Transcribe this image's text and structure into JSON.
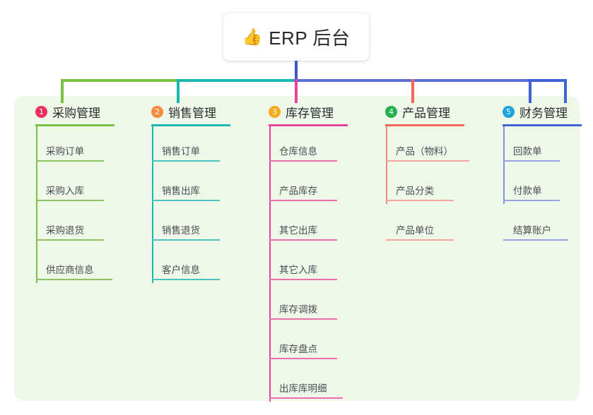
{
  "diagram": {
    "root": {
      "icon": "thumbs-up-icon",
      "emoji": "👍",
      "title": "ERP 后台"
    },
    "panel_color": "#eef7e8",
    "columns": [
      {
        "index": "1",
        "title": "采购管理",
        "badge_color": "#e8305e",
        "rule_color": "#7ac143",
        "line_color": "#7ac143",
        "items": [
          "采购订单",
          "采购入库",
          "采购退货",
          "供应商信息"
        ]
      },
      {
        "index": "2",
        "title": "销售管理",
        "badge_color": "#f58b3c",
        "rule_color": "#19b9b0",
        "line_color": "#19b9b0",
        "items": [
          "销售订单",
          "销售出库",
          "销售退货",
          "客户信息"
        ]
      },
      {
        "index": "3",
        "title": "库存管理",
        "badge_color": "#f5ab1a",
        "rule_color": "#e8449b",
        "line_color": "#e8449b",
        "items": [
          "仓库信息",
          "产品库存",
          "其它出库",
          "其它入库",
          "库存调拨",
          "库存盘点",
          "出库库明细"
        ]
      },
      {
        "index": "4",
        "title": "产品管理",
        "badge_color": "#22b14c",
        "rule_color": "#f4655a",
        "line_color": "#f4857c",
        "items": [
          "产品（物料）",
          "产品分类",
          "产品单位"
        ]
      },
      {
        "index": "5",
        "title": "财务管理",
        "badge_color": "#1aa3e0",
        "rule_color": "#3f62d4",
        "line_color": "#8490e0",
        "items": [
          "回款单",
          "付款单",
          "结算账户"
        ]
      }
    ],
    "bus": {
      "segment_1_color": "#7ac143",
      "segment_2_color": "#19b9b0",
      "segment_3_color": "#5b6fd6",
      "stem_color": "#4356c0",
      "drop_3_color": "#e8449b"
    }
  }
}
